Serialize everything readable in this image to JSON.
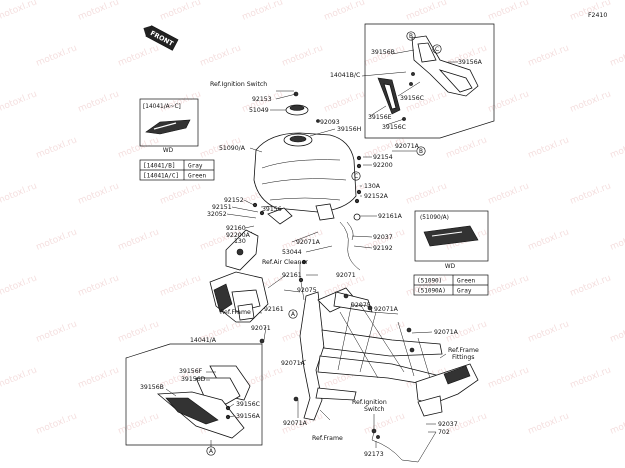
{
  "diagram_code": "F2410",
  "front_tag": "FRONT",
  "watermark": "motoxl.ru",
  "callouts": {
    "A": "A",
    "B": "B",
    "C": "C"
  },
  "insets": {
    "badge_tl": {
      "title": "[14041/A~C]",
      "wd": "WD"
    },
    "color_table_14041": {
      "rows": [
        [
          "[14041/B]",
          "Gray"
        ],
        [
          "[14041A/C]",
          "Green"
        ]
      ]
    },
    "badge_right": {
      "title": "(51090/A)",
      "wd": "WD"
    },
    "color_table_51090": {
      "rows": [
        [
          "(51090)",
          "Green"
        ],
        [
          "(51090A)",
          "Gray"
        ]
      ]
    }
  },
  "labels": {
    "ref_ignition_top": "Ref.Ignition Switch",
    "p92153": "92153",
    "p51049": "51049",
    "p92093": "92093",
    "p39156H": "39156H",
    "p14041BC": "14041B/C",
    "p39156B_top": "39156B",
    "p39156A_top": "39156A",
    "p39156C_top": "39156C",
    "p39156E": "39156E",
    "p39156C_top2": "39156C",
    "p51090A": "51090/A",
    "p92071A_r1": "92071A",
    "p92154": "92154",
    "p92200": "92200",
    "p130A": "130A",
    "p92152A": "92152A",
    "p92152": "92152",
    "p92151": "92151",
    "p32052": "32052",
    "p39156_mid": "39156",
    "p92161A": "92161A",
    "p92160": "92160",
    "p92200A": "92200A",
    "p130": "130",
    "p92071A_mid": "92071A",
    "p92037_mid": "92037",
    "p92192": "92192",
    "p53044": "53044",
    "ref_air_cleaner": "Ref.Air Cleaner",
    "p92161_mid": "92161",
    "p92071_mid": "92071",
    "p92075_a": "92075",
    "p92075_b": "92075",
    "ref_frame_left": "Ref.Frame",
    "p92161_low": "92161",
    "p92071A_right": "92071A",
    "p92071_left": "92071",
    "p92071A_far": "92071A",
    "ref_frame_fittings_1": "Ref.Frame",
    "ref_frame_fittings_2": "Fittings",
    "p14041A": "14041/A",
    "p92071A_low": "92071A",
    "p39156F": "39156F",
    "p39156D": "39156D",
    "p39156B_low": "39156B",
    "p39156C_low": "39156C",
    "p39156A_low": "39156A",
    "p92071A_bottom": "92071A",
    "ref_frame_bottom": "Ref.Frame",
    "ref_ignition_low_1": "Ref.Ignition",
    "ref_ignition_low_2": "Switch",
    "p92037_low": "92037",
    "p702": "702",
    "p92173": "92173"
  }
}
